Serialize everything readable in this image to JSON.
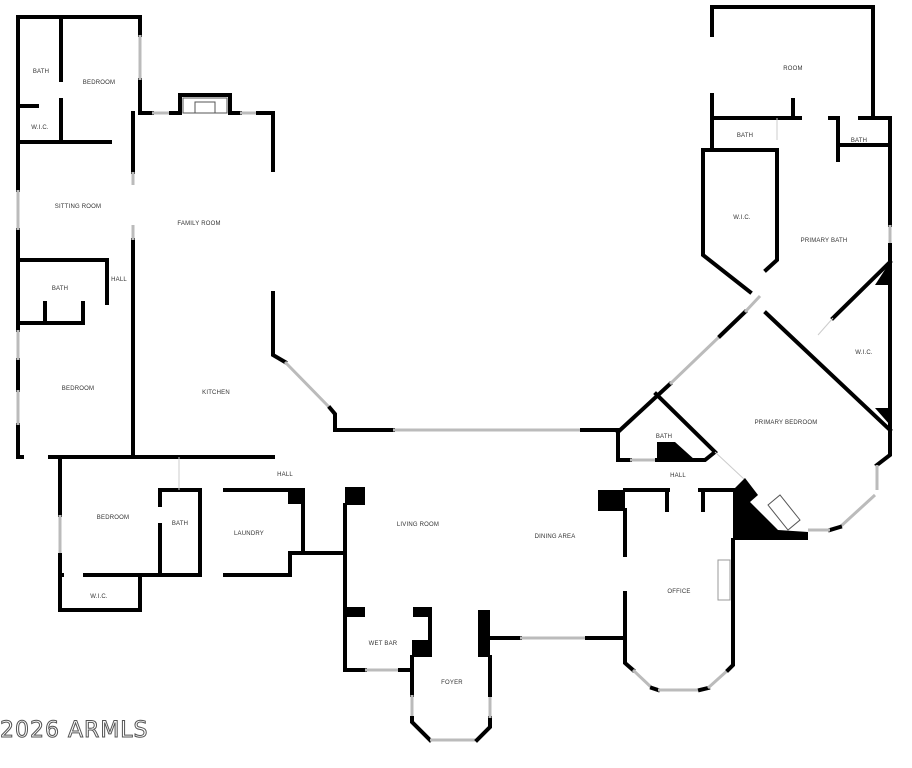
{
  "rooms": {
    "bath_1": "BATH",
    "bedroom_1": "BEDROOM",
    "wic_1": "W.I.C.",
    "sitting_room": "SITTING ROOM",
    "family_room": "FAMILY ROOM",
    "hall_1": "HALL",
    "bath_2": "BATH",
    "bedroom_2": "BEDROOM",
    "kitchen": "KITCHEN",
    "hall_2": "HALL",
    "bedroom_3": "BEDROOM",
    "bath_3": "BATH",
    "laundry": "LAUNDRY",
    "wic_2": "W.I.C.",
    "living_room": "LIVING ROOM",
    "dining_area": "DINING AREA",
    "wet_bar": "WET BAR",
    "foyer": "FOYER",
    "office": "OFFICE",
    "room": "ROOM",
    "bath_4": "BATH",
    "bath_5": "BATH",
    "wic_3": "W.I.C.",
    "primary_bath": "PRIMARY BATH",
    "wic_4": "W.I.C.",
    "primary_bedroom": "PRIMARY BEDROOM",
    "bath_6": "BATH",
    "hall_3": "HALL"
  },
  "watermark": "2026 ARMLS"
}
